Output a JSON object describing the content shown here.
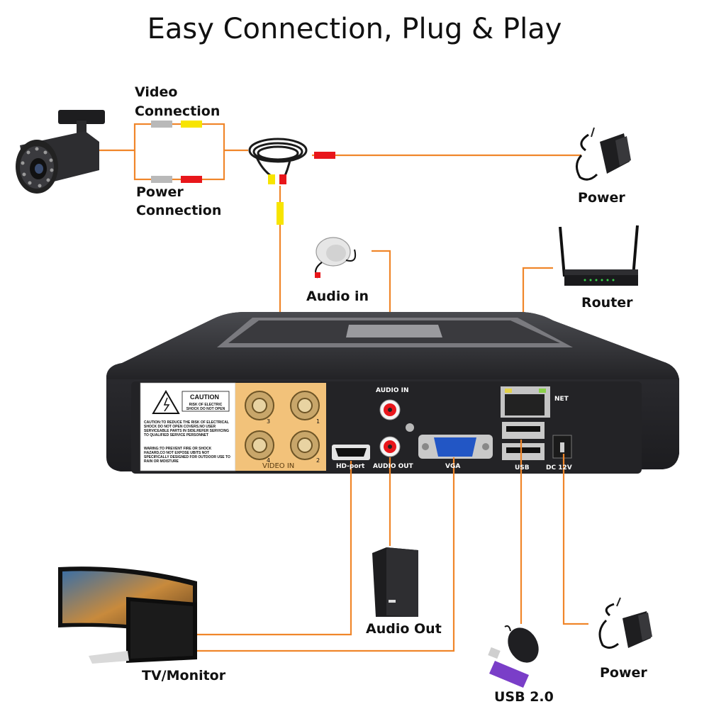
{
  "title": "Easy Connection, Plug & Play",
  "labels": {
    "video_connection": "Video\nConnection",
    "video": "Video",
    "connection": "Connection",
    "power_connection_1": "Power",
    "power_connection_2": "Connection",
    "power_top": "Power",
    "router": "Router",
    "audio_in": "Audio in",
    "audio_out": "Audio Out",
    "tv_monitor": "TV/Monitor",
    "usb": "USB 2.0",
    "power_bottom": "Power"
  },
  "panel": {
    "audio_in": "AUDIO IN",
    "audio_out": "AUDIO OUT",
    "hd_port": "HD-port",
    "vga": "VGA",
    "usb": "USB",
    "dc": "DC 12V",
    "net": "NET",
    "video_in": "VIDEO IN",
    "ch1": "1",
    "ch2": "2",
    "ch3": "3",
    "ch4": "4",
    "caution": "CAUTION",
    "caution_sub": "RISK OF ELECTRIC SHOCK DO NOT OPEN",
    "warning_1": "CAUTION:TO REDUCE THE RISK OF ELECTRICAL SHOCK DO NOT OPEN COVERS.NO USER SERVICEABLE PARTS IN SIDE.REFER SERVICING TO QUALIFIED SERVICE PERSONNET",
    "warning_2": "WARING:TO PREVENT FIRE OR SHOCK HAZARD,CO NOT EXPOSE UBITS NOT SPECIFICALLY DESIGNED FOR OUTDOOR USE TO RAIN OR MOISTURE"
  },
  "colors": {
    "wire": "#f0862a",
    "dvr": "#2b2b2e",
    "yellow": "#f7e400",
    "red": "#e8161b",
    "gray": "#b9b9b9",
    "bnc_panel": "#f2c27a"
  }
}
